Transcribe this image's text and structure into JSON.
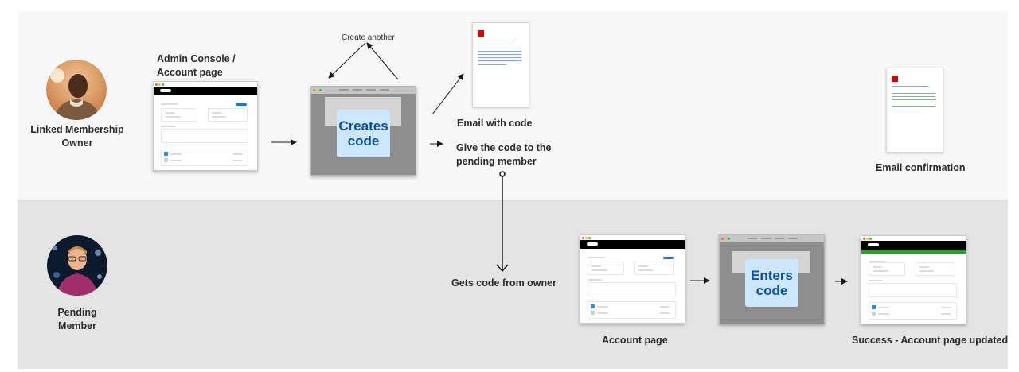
{
  "lanes": {
    "owner": {
      "label_line1": "Linked Membership",
      "label_line2": "Owner"
    },
    "member": {
      "label_line1": "Pending",
      "label_line2": "Member"
    }
  },
  "steps": {
    "admin_console": {
      "line1": "Admin Console /",
      "line2": "Account page"
    },
    "creates_code": {
      "line1": "Creates",
      "line2": "code"
    },
    "create_another": "Create another",
    "email_with_code": "Email with code",
    "give_code": {
      "line1": "Give the code to the",
      "line2": "pending member"
    },
    "email_confirmation": "Email confirmation",
    "gets_code": "Gets code from owner",
    "account_page": "Account page",
    "enters_code": {
      "line1": "Enters",
      "line2": "code"
    },
    "success": "Success - Account page updated"
  },
  "colors": {
    "accent_blue": "#1473e6",
    "code_box": "#cce6fb",
    "code_text": "#0d4fa3",
    "email_logo_red": "#e00000",
    "success_green": "#2d9d2d"
  }
}
